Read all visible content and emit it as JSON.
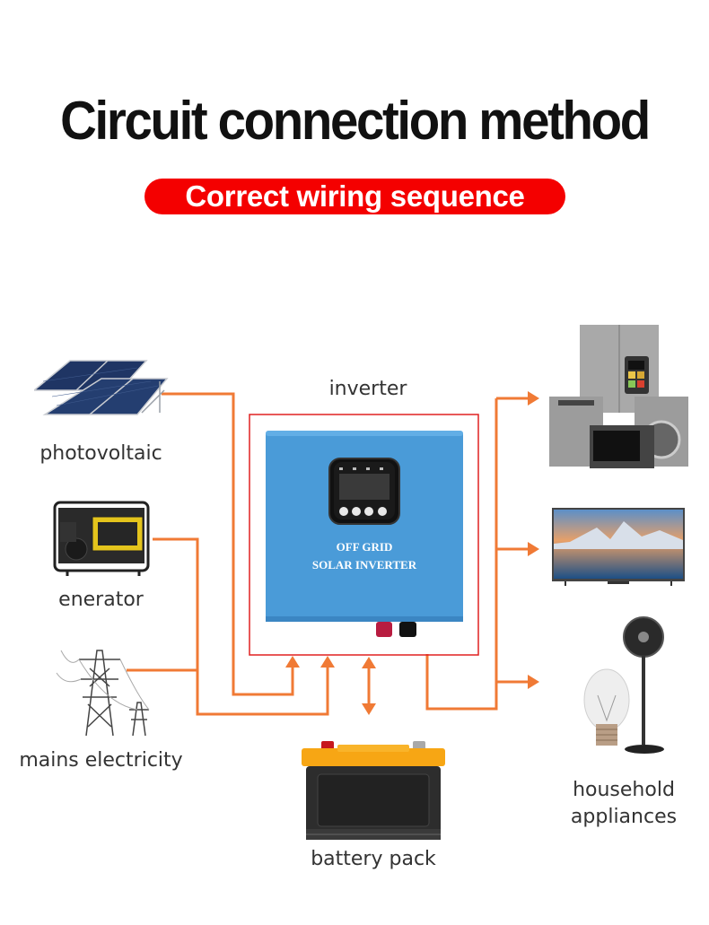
{
  "title": "Circuit connection method",
  "subtitle": "Correct wiring sequence",
  "colors": {
    "accent_red": "#f40000",
    "wire_orange": "#f07a35",
    "inverter_frame": "#e02020",
    "inverter_body": "#4a9bd8",
    "text": "#333333"
  },
  "sources": [
    {
      "id": "pv",
      "label": "photovoltaic",
      "icon": "solar-panel-icon"
    },
    {
      "id": "generator",
      "label": "enerator",
      "icon": "generator-icon"
    },
    {
      "id": "mains",
      "label": "mains electricity",
      "icon": "power-tower-icon"
    }
  ],
  "inverter": {
    "label": "inverter",
    "panel_text_line1": "OFF GRID",
    "panel_text_line2": "SOLAR INVERTER",
    "buttons": [
      "power-icon",
      "up-icon",
      "down-icon",
      "enter-icon"
    ],
    "indicators": [
      "battery-indicator",
      "charge-indicator",
      "ac-load-indicator",
      "alarm-indicator"
    ]
  },
  "storage": {
    "label": "battery pack",
    "icon": "battery-icon"
  },
  "loads": {
    "label_line1": "household",
    "label_line2": "appliances",
    "items": [
      {
        "id": "kitchen",
        "icon": "kitchen-appliances-icon"
      },
      {
        "id": "tv",
        "icon": "television-icon"
      },
      {
        "id": "lighting",
        "icon": "lightbulb-fan-icon"
      }
    ]
  },
  "connections": [
    {
      "from": "pv",
      "to": "inverter",
      "direction": "in"
    },
    {
      "from": "generator",
      "to": "inverter",
      "direction": "in"
    },
    {
      "from": "mains",
      "to": "inverter",
      "direction": "in"
    },
    {
      "from": "battery",
      "to": "inverter",
      "direction": "bidirectional"
    },
    {
      "from": "inverter",
      "to": "kitchen",
      "direction": "out"
    },
    {
      "from": "inverter",
      "to": "tv",
      "direction": "out"
    },
    {
      "from": "inverter",
      "to": "lighting",
      "direction": "out"
    }
  ]
}
